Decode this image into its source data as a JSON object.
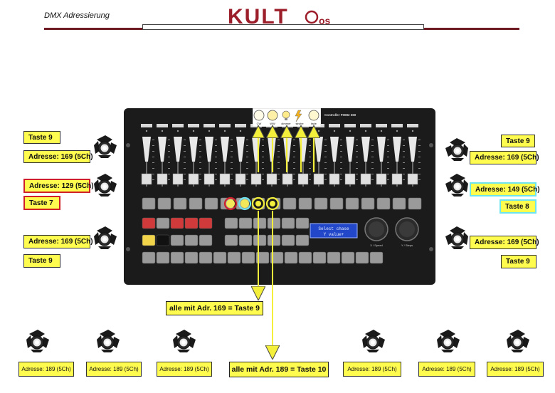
{
  "header": {
    "title": "DMX Adressierung",
    "logo_text": "KULT",
    "logo_suffix": "os"
  },
  "console": {
    "model": "Controller F0082 360",
    "lcd_line1": "Select chase",
    "lcd_line2": "Y value+",
    "knob_left": "X / Speed",
    "knob_right": "Y / Steps",
    "icons": [
      {
        "label": "CW"
      },
      {
        "label": "WW"
      },
      {
        "label": "dimmer"
      },
      {
        "label": "strobe"
      },
      {
        "label": "fade"
      }
    ],
    "colors": {
      "body": "#1b1b1b",
      "accent_red": "#d03a3a",
      "accent_yellow": "#f1d44a",
      "lcd": "#2347c9"
    }
  },
  "left_labels": {
    "taste9_top": "Taste 9",
    "addr169_top": "Adresse: 169 (5Ch)",
    "addr129": "Adresse: 129 (5Ch)",
    "taste7": "Taste 7",
    "addr169_bottom": "Adresse: 169 (5Ch)",
    "taste9_bottom": "Taste 9"
  },
  "right_labels": {
    "taste9_top": "Taste 9",
    "addr169_top": "Adresse: 169 (5Ch)",
    "addr149": "Adresse: 149 (5Ch)",
    "taste8": "Taste 8",
    "addr169_bottom": "Adresse: 169 (5Ch)",
    "taste9_bottom": "Taste 9"
  },
  "callouts": {
    "adr169": "alle mit Adr. 169 = Taste 9",
    "adr189": "alle mit Adr. 189 = Taste 10"
  },
  "bottom_labels": [
    "Adresse: 189 (5Ch)",
    "Adresse: 189 (5Ch)",
    "Adresse: 189 (5Ch)",
    "Adresse: 189 (5Ch)",
    "Adresse: 189 (5Ch)",
    "Adresse: 189 (5Ch)"
  ]
}
